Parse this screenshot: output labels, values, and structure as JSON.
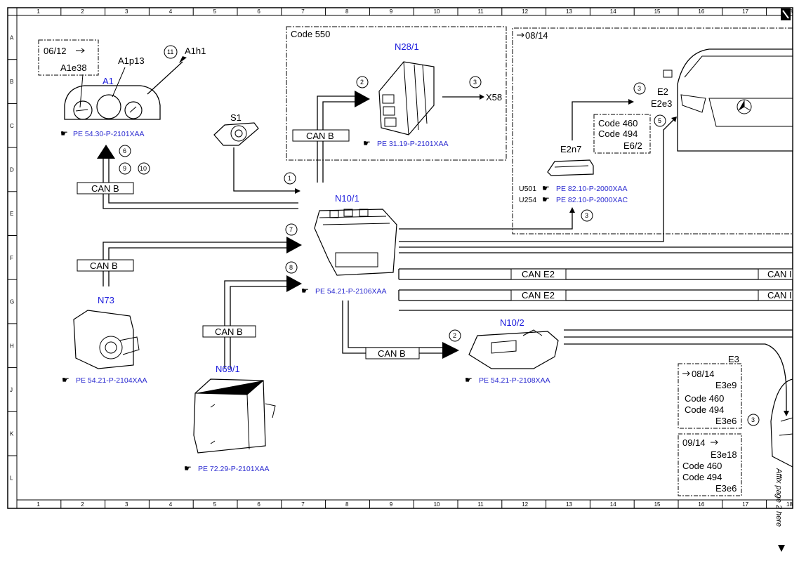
{
  "frame": {
    "columns": [
      "1",
      "2",
      "3",
      "4",
      "5",
      "6",
      "7",
      "8",
      "9",
      "10",
      "11",
      "12",
      "13",
      "14",
      "15",
      "16",
      "17",
      "18"
    ],
    "rows": [
      "A",
      "B",
      "C",
      "D",
      "E",
      "F",
      "G",
      "H",
      "J",
      "K",
      "L"
    ],
    "side_note": "Affix page 2 here"
  },
  "components": {
    "a1": {
      "id": "A1",
      "sub1": "A1e38",
      "sub2": "A1p13",
      "date_box": "06/12",
      "ref": "PE 54.30-P-2101XAA",
      "output": "A1h1",
      "callout": "11",
      "callouts": [
        "6",
        "9",
        "10"
      ]
    },
    "s1": {
      "id": "S1",
      "callout": "1"
    },
    "code550": {
      "label": "Code 550"
    },
    "n28_1": {
      "id": "N28/1",
      "output": "X58",
      "callout_in": "2",
      "callout_out": "3",
      "ref": "PE 31.19-P-2101XAA"
    },
    "box_08_14": {
      "label": "08/14"
    },
    "e2": {
      "id": "E2",
      "sub": "E2e3",
      "callout": "3",
      "callout2": "5"
    },
    "code_box": {
      "line1": "Code 460",
      "line2": "Code 494",
      "line3": "E6/2"
    },
    "e2n7": {
      "id": "E2n7",
      "ref1_prefix": "U501",
      "ref1": "PE 82.10-P-2000XAA",
      "ref2_prefix": "U254",
      "ref2": "PE 82.10-P-2000XAC",
      "callout": "3"
    },
    "n10_1": {
      "id": "N10/1",
      "ref": "PE 54.21-P-2106XAA",
      "callout7": "7",
      "callout8": "8"
    },
    "n73": {
      "id": "N73",
      "ref": "PE 54.21-P-2104XAA"
    },
    "n69_1": {
      "id": "N69/1",
      "ref": "PE 72.29-P-2101XAA"
    },
    "n10_2": {
      "id": "N10/2",
      "ref": "PE 54.21-P-2108XAA",
      "callout": "2"
    },
    "e3": {
      "id": "E3",
      "box1_date": "08/14",
      "box1_l1": "E3e9",
      "box1_l2": "Code 460",
      "box1_l3": "Code 494",
      "box1_l4": "E3e6",
      "box2_date": "09/14",
      "box2_l1": "E3e18",
      "box2_l2": "Code 460",
      "box2_l3": "Code 494",
      "box2_l4": "E3e6",
      "callout": "3"
    }
  },
  "bus_labels": {
    "can_b": "CAN B",
    "can_e2": "CAN E2",
    "can_trunc": "CAN I"
  }
}
